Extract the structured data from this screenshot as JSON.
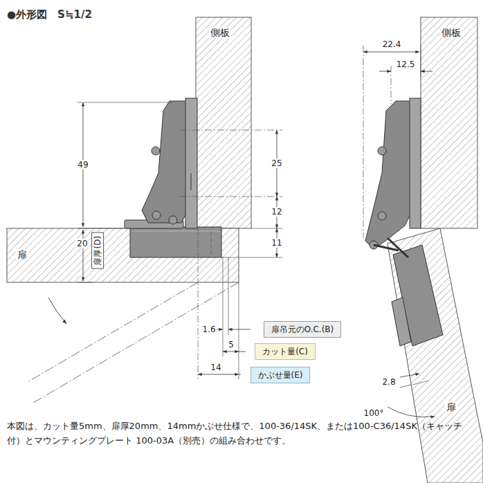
{
  "diagram": {
    "title": "●外形図　S≒1/2",
    "caption": "本図は、カット量5mm、扉厚20mm、14mmかぶせ仕様で、100-36/14SK、または100-C36/14SK（キャッチ付）とマウンティングプレート 100-03A（別売）の組み合わせです。",
    "nodes": [
      {
        "text": [
          "扉厚(D)"
        ]
      },
      {
        "text": [
          "扉吊元のO.C.(B)"
        ]
      },
      {
        "text": [
          "カット量(C)"
        ]
      },
      {
        "text": [
          "かぶせ量(E)"
        ]
      }
    ],
    "labels": [
      "側板",
      "側板",
      "扉",
      "扉",
      "49",
      "25",
      "12",
      "11",
      "20",
      "1.6",
      "5",
      "14",
      "22.4",
      "12.5",
      "2.8",
      "100°"
    ]
  }
}
